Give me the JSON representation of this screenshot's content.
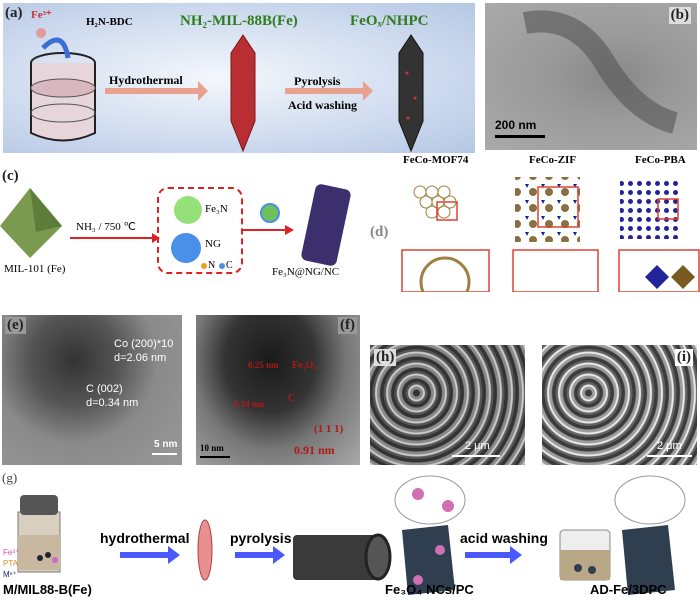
{
  "panel_a": {
    "label": "(a)",
    "fe": "Fe³⁺",
    "ligand": "H₂N-BDC",
    "mof": "NH₂-MIL-88B(Fe)",
    "product": "FeOₓ/NHPC",
    "step1": "Hydrothermal",
    "step2a": "Pyrolysis",
    "step2b": "Acid washing"
  },
  "panel_b": {
    "label": "(b)",
    "scale": "200 nm"
  },
  "panel_c": {
    "label": "(c)",
    "precursor": "MIL-101 (Fe)",
    "condition": "NH₃ / 750 ℃",
    "fe3n": "Fe₃N",
    "ng": "NG",
    "legend_n": "N",
    "legend_c": "C",
    "product": "Fe₃N@NG/NC"
  },
  "panel_d": {
    "label": "(d)",
    "titles": [
      "FeCo-MOF74",
      "FeCo-ZIF",
      "FeCo-PBA"
    ]
  },
  "panel_e": {
    "label": "(e)",
    "ann1": "Co (200)*10",
    "ann2": "d=2.06 nm",
    "ann3": "C (002)",
    "ann4": "d=0.34 nm",
    "scale": "5 nm"
  },
  "panel_f": {
    "label": "(f)",
    "d1": "0.25 nm",
    "phase1": "Fe₃O₄",
    "d2": "0.34 nm",
    "phase2": "C",
    "plane": "(1 1 1)",
    "d3": "0.91 nm",
    "scale": "10 nm"
  },
  "panel_h": {
    "label": "(h)",
    "scale": "2 μm"
  },
  "panel_i": {
    "label": "(i)",
    "scale": "2 μm"
  },
  "panel_g": {
    "label": "(g)",
    "fe": "Fe³⁺",
    "pta": "PTA",
    "m": "Mⁿ⁺",
    "precursor": "M/MIL88-B(Fe)",
    "step1": "hydrothermal",
    "step2": "pyrolysis",
    "intermediate": "Fe₃O₄ NCs/PC",
    "step3": "acid washing",
    "product": "AD-Fe/3DPC"
  },
  "colors": {
    "green_title": "#2e7d1e",
    "dark_red": "#a01818",
    "arrow_blue": "#2a3cff"
  }
}
